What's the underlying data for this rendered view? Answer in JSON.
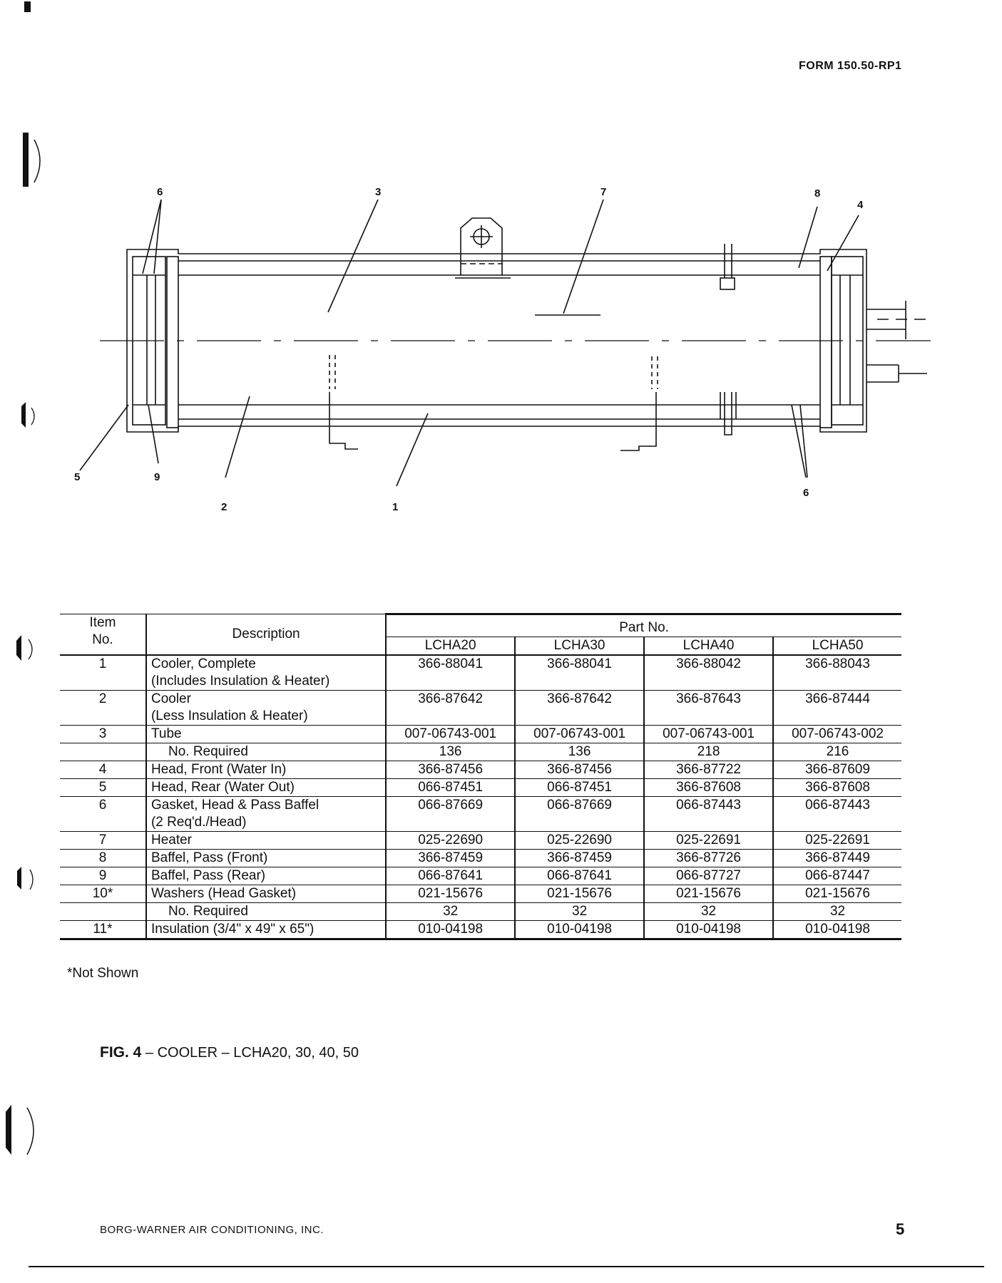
{
  "header": {
    "form_number": "FORM 150.50-RP1"
  },
  "diagram": {
    "callouts": [
      "6",
      "3",
      "7",
      "8",
      "4",
      "5",
      "9",
      "2",
      "1",
      "6"
    ]
  },
  "table": {
    "headers": {
      "item_no_line1": "Item",
      "item_no_line2": "No.",
      "description": "Description",
      "part_no": "Part No.",
      "models": [
        "LCHA20",
        "LCHA30",
        "LCHA40",
        "LCHA50"
      ]
    },
    "rows": [
      {
        "item": "1",
        "desc": "Cooler, Complete",
        "parts": [
          "366-88041",
          "366-88041",
          "366-88042",
          "366-88043"
        ]
      },
      {
        "item": "",
        "desc": "(Includes Insulation & Heater)",
        "parts": [
          "",
          "",
          "",
          ""
        ]
      },
      {
        "item": "2",
        "desc": "Cooler",
        "parts": [
          "366-87642",
          "366-87642",
          "366-87643",
          "366-87444"
        ]
      },
      {
        "item": "",
        "desc": "(Less Insulation & Heater)",
        "parts": [
          "",
          "",
          "",
          ""
        ]
      },
      {
        "item": "3",
        "desc": "Tube",
        "parts": [
          "007-06743-001",
          "007-06743-001",
          "007-06743-001",
          "007-06743-002"
        ]
      },
      {
        "item": "",
        "desc": "No. Required",
        "parts": [
          "136",
          "136",
          "218",
          "216"
        ]
      },
      {
        "item": "4",
        "desc": "Head, Front (Water In)",
        "parts": [
          "366-87456",
          "366-87456",
          "366-87722",
          "366-87609"
        ]
      },
      {
        "item": "5",
        "desc": "Head, Rear (Water Out)",
        "parts": [
          "066-87451",
          "066-87451",
          "366-87608",
          "366-87608"
        ]
      },
      {
        "item": "6",
        "desc": "Gasket, Head & Pass Baffel",
        "parts": [
          "066-87669",
          "066-87669",
          "066-87443",
          "066-87443"
        ]
      },
      {
        "item": "",
        "desc": "(2 Req'd./Head)",
        "parts": [
          "",
          "",
          "",
          ""
        ]
      },
      {
        "item": "7",
        "desc": "Heater",
        "parts": [
          "025-22690",
          "025-22690",
          "025-22691",
          "025-22691"
        ]
      },
      {
        "item": "8",
        "desc": "Baffel, Pass (Front)",
        "parts": [
          "366-87459",
          "366-87459",
          "366-87726",
          "366-87449"
        ]
      },
      {
        "item": "9",
        "desc": "Baffel, Pass (Rear)",
        "parts": [
          "066-87641",
          "066-87641",
          "066-87727",
          "066-87447"
        ]
      },
      {
        "item": "10*",
        "desc": "Washers (Head Gasket)",
        "parts": [
          "021-15676",
          "021-15676",
          "021-15676",
          "021-15676"
        ]
      },
      {
        "item": "",
        "desc": "No. Required",
        "parts": [
          "32",
          "32",
          "32",
          "32"
        ]
      },
      {
        "item": "11*",
        "desc": "Insulation (3/4\" x 49\" x 65\")",
        "parts": [
          "010-04198",
          "010-04198",
          "010-04198",
          "010-04198"
        ]
      }
    ]
  },
  "footnote": "*Not Shown",
  "figure": {
    "label": "FIG. 4",
    "caption": " – COOLER – LCHA20, 30, 40, 50"
  },
  "footer": {
    "company": "BORG-WARNER AIR CONDITIONING, INC.",
    "page": "5"
  }
}
